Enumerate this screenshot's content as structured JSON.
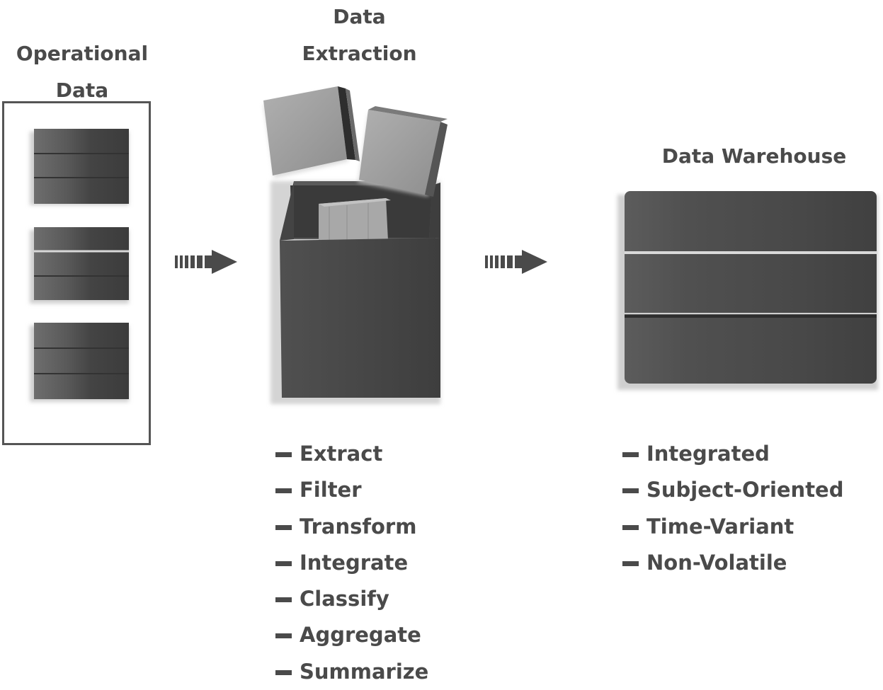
{
  "headings": {
    "operational": [
      "Operational",
      "Data"
    ],
    "extraction": [
      "Data",
      "Extraction"
    ],
    "warehouse": "Data Warehouse"
  },
  "extraction_steps": [
    "Extract",
    "Filter",
    "Transform",
    "Integrate",
    "Classify",
    "Aggregate",
    "Summarize"
  ],
  "warehouse_traits": [
    "Integrated",
    "Subject-Oriented",
    "Time-Variant",
    "Non-Volatile"
  ],
  "icons": {
    "operational_databases": [
      "database-icon",
      "database-icon",
      "database-icon"
    ],
    "arrows": [
      "dashed-arrow-right-icon",
      "dashed-arrow-right-icon"
    ],
    "extraction": [
      "box-icon",
      "book-icon"
    ],
    "warehouse": "database-icon"
  },
  "colors": {
    "text": "#4a4a4a",
    "database": "#4f4f4f",
    "box": "#474747",
    "book": "#9c9c9c"
  }
}
